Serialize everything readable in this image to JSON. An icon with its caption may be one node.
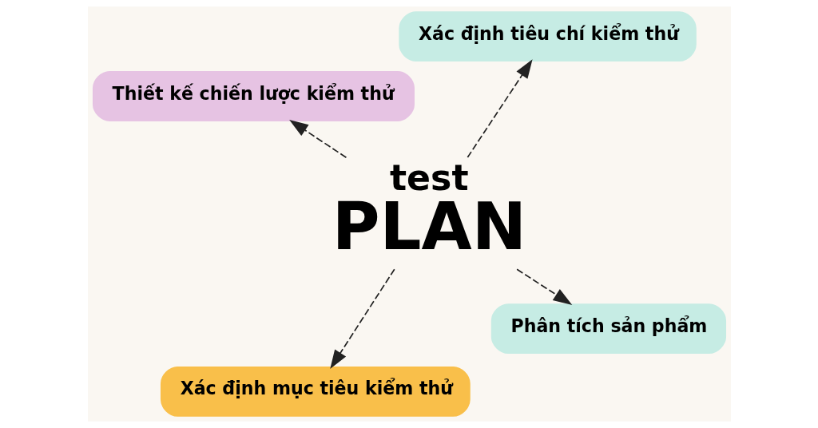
{
  "diagram": {
    "nodes": [
      {
        "text": [
          "test",
          "PLAN"
        ]
      },
      {
        "text": [
          "Phân tích sản phẩm"
        ]
      },
      {
        "text": [
          "Xác định mục tiêu kiểm thử"
        ]
      },
      {
        "text": [
          "Thiết kế chiến lược kiểm thử"
        ]
      },
      {
        "text": [
          "Xác định tiêu chí kiểm thử"
        ]
      }
    ],
    "edges": [
      {
        "from": 0,
        "to": 1,
        "arrow": "to",
        "style": "dashed"
      },
      {
        "from": 0,
        "to": 2,
        "arrow": "to",
        "style": "dashed"
      },
      {
        "from": 0,
        "to": 3,
        "arrow": "to",
        "style": "dashed"
      },
      {
        "from": 0,
        "to": 4,
        "arrow": "to",
        "style": "dashed"
      }
    ]
  }
}
